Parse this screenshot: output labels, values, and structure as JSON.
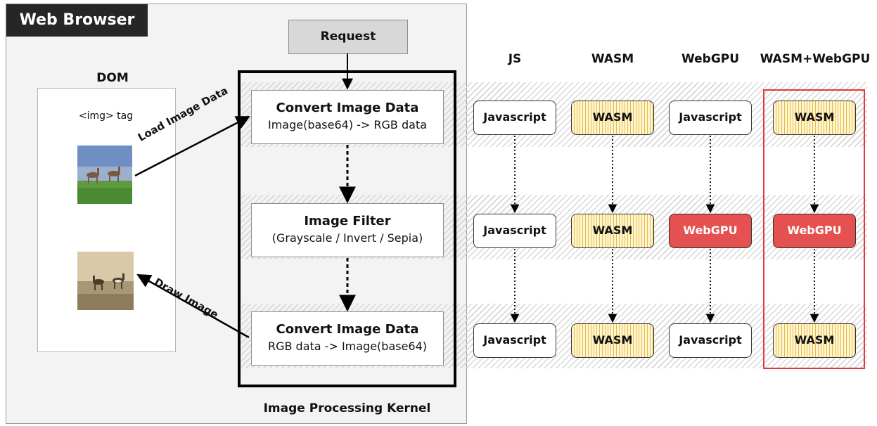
{
  "browser": {
    "title": "Web Browser"
  },
  "dom": {
    "label": "DOM",
    "img_tag": "<img> tag"
  },
  "request": {
    "label": "Request"
  },
  "kernel": {
    "label": "Image Processing Kernel",
    "steps": [
      {
        "title": "Convert Image Data",
        "subtitle": "Image(base64) -> RGB data"
      },
      {
        "title": "Image Filter",
        "subtitle": "(Grayscale / Invert / Sepia)"
      },
      {
        "title": "Convert Image Data",
        "subtitle": "RGB data -> Image(base64)"
      }
    ]
  },
  "arrows": {
    "load": "Load Image Data",
    "draw": "Draw Image"
  },
  "columns": [
    {
      "header": "JS",
      "nodes": [
        {
          "label": "Javascript",
          "kind": "js"
        },
        {
          "label": "Javascript",
          "kind": "js"
        },
        {
          "label": "Javascript",
          "kind": "js"
        }
      ]
    },
    {
      "header": "WASM",
      "nodes": [
        {
          "label": "WASM",
          "kind": "wasm"
        },
        {
          "label": "WASM",
          "kind": "wasm"
        },
        {
          "label": "WASM",
          "kind": "wasm"
        }
      ]
    },
    {
      "header": "WebGPU",
      "nodes": [
        {
          "label": "Javascript",
          "kind": "js"
        },
        {
          "label": "WebGPU",
          "kind": "webgpu"
        },
        {
          "label": "Javascript",
          "kind": "js"
        }
      ]
    },
    {
      "header": "WASM+WebGPU",
      "nodes": [
        {
          "label": "WASM",
          "kind": "wasm"
        },
        {
          "label": "WebGPU",
          "kind": "webgpu"
        },
        {
          "label": "WASM",
          "kind": "wasm"
        }
      ]
    }
  ],
  "colors": {
    "webgpu": "#e55150",
    "highlight": "#e03a3a",
    "wasm_stripe": "#e6b94c"
  }
}
